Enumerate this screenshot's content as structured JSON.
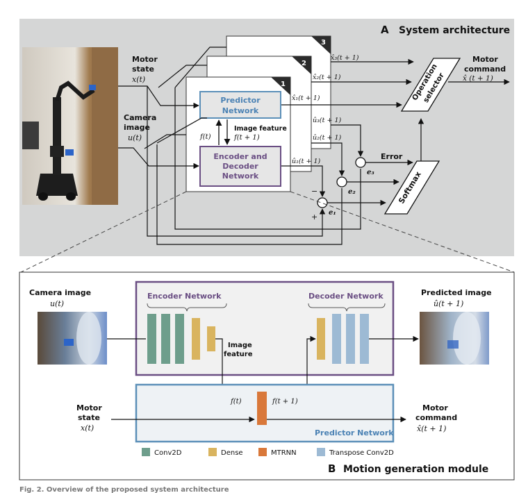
{
  "panelA": {
    "letter": "A",
    "title": "System architecture",
    "motor_state_line1": "Motor",
    "motor_state_line2": "state",
    "motor_state_var": "x(t)",
    "camera_image_line1": "Camera",
    "camera_image_line2": "image",
    "camera_image_var": "u(t)",
    "card_numbers": [
      "1",
      "2",
      "3"
    ],
    "predictor_line1": "Predictor",
    "predictor_line2": "Network",
    "encoder_line1": "Encoder and",
    "encoder_line2": "Decoder",
    "encoder_line3": "Network",
    "f_t": "f(t)",
    "image_feature_line1": "Image feature",
    "image_feature_line2": "f(t + 1)",
    "x1_pred": "x̂₁(t + 1)",
    "x2_pred": "x̂₂(t + 1)",
    "x3_pred": "x̂₃(t + 1)",
    "u1_pred": "û₁(t + 1)",
    "u2_pred": "û₂(t + 1)",
    "u3_pred": "û₃(t + 1)",
    "e1": "e₁",
    "e2": "e₂",
    "e3": "e₃",
    "minus": "−",
    "plus": "+",
    "error_label": "Error",
    "softmax_label": "Softmax",
    "operation_line1": "Operation",
    "operation_line2": "selector",
    "motor_command_line1": "Motor",
    "motor_command_line2": "command",
    "motor_command_var": "x̂ (t + 1)"
  },
  "panelB": {
    "letter": "B",
    "title": "Motion generation module",
    "camera_image_label": "Camera image",
    "camera_image_var": "u(t)",
    "encoder_network": "Encoder Network",
    "decoder_network": "Decoder Network",
    "image_feature_line1": "Image",
    "image_feature_line2": "feature",
    "predicted_image_label": "Predicted image",
    "predicted_image_var": "û(t + 1)",
    "f_t": "f(t)",
    "f_t1": "f(t + 1)",
    "motor_state_line1": "Motor",
    "motor_state_line2": "state",
    "motor_state_var": "x(t)",
    "motor_command_line1": "Motor",
    "motor_command_line2": "command",
    "motor_command_var": "x̂(t + 1)",
    "predictor_network": "Predictor Network",
    "legend": [
      {
        "label": "Conv2D",
        "color": "#6e9e8c"
      },
      {
        "label": "Dense",
        "color": "#d9b45f"
      },
      {
        "label": "MTRNN",
        "color": "#d9783a"
      },
      {
        "label": "Transpose Conv2D",
        "color": "#9dbad4"
      }
    ]
  },
  "colors": {
    "panel_a_bg": "#d5d6d6",
    "predictor_border": "#5b8fb8",
    "encoder_border": "#6a4e83",
    "block_fill": "#e6e6e6",
    "predictor_label": "#4b82b4",
    "encoder_label": "#6a4e83",
    "predictor_group_fill": "#eef2f5"
  },
  "caption": "Fig. 2. Overview of the proposed system architecture"
}
